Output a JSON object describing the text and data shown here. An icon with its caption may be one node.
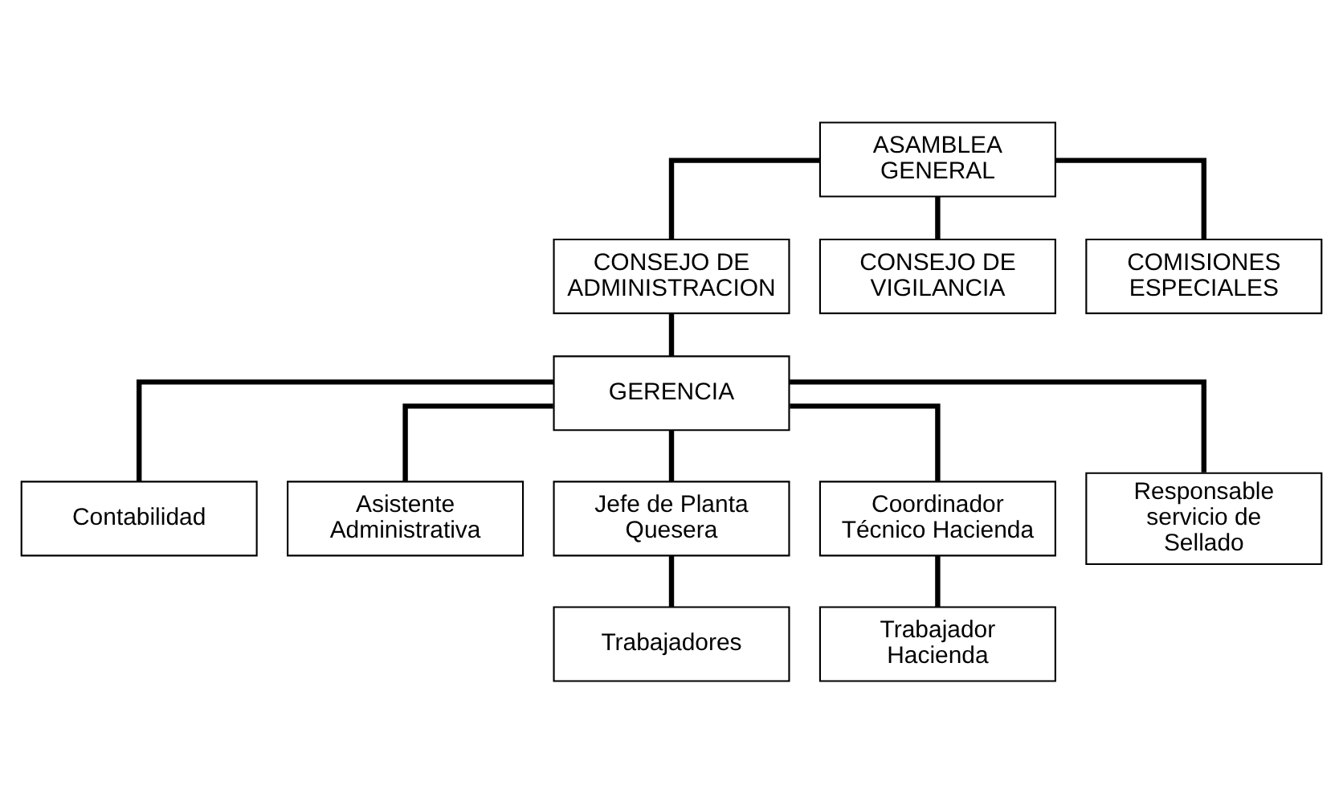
{
  "diagram": {
    "nodes": [
      {
        "text": [
          "ASAMBLEA GENERAL"
        ]
      },
      {
        "text": [
          "CONSEJO DE ADMINISTRACION"
        ]
      },
      {
        "text": [
          "CONSEJO DE VIGILANCIA"
        ]
      },
      {
        "text": [
          "COMISIONES ESPECIALES"
        ]
      },
      {
        "text": [
          "GERENCIA"
        ]
      },
      {
        "text": [
          "Contabilidad"
        ]
      },
      {
        "text": [
          "Asistente Administrativa"
        ]
      },
      {
        "text": [
          "Jefe de Planta Quesera"
        ]
      },
      {
        "text": [
          "Coordinador Técnico Hacienda"
        ]
      },
      {
        "text": [
          "Responsable servicio de Sellado"
        ]
      },
      {
        "text": [
          "Trabajadores"
        ]
      },
      {
        "text": [
          "Trabajador Hacienda"
        ]
      }
    ],
    "edges": [
      {
        "from": 0,
        "to": 1,
        "arrow": "none"
      },
      {
        "from": 0,
        "to": 2,
        "arrow": "none"
      },
      {
        "from": 0,
        "to": 3,
        "arrow": "none"
      },
      {
        "from": 1,
        "to": 4,
        "arrow": "none"
      },
      {
        "from": 4,
        "to": 5,
        "arrow": "none"
      },
      {
        "from": 4,
        "to": 6,
        "arrow": "none"
      },
      {
        "from": 4,
        "to": 7,
        "arrow": "none"
      },
      {
        "from": 4,
        "to": 8,
        "arrow": "none"
      },
      {
        "from": 4,
        "to": 9,
        "arrow": "none"
      },
      {
        "from": 7,
        "to": 10,
        "arrow": "none"
      },
      {
        "from": 8,
        "to": 11,
        "arrow": "none"
      }
    ]
  }
}
